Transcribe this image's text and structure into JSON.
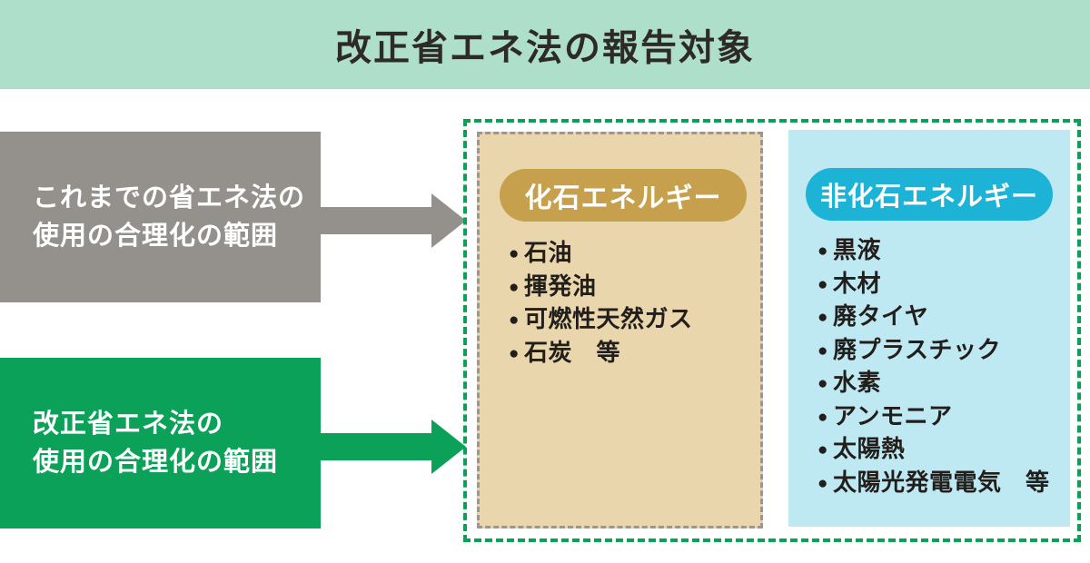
{
  "title": "改正省エネ法の報告対象",
  "colors": {
    "banner_bg": "#aedfcb",
    "title_text": "#2e2a28",
    "gray_box": "#94908c",
    "green_box": "#0ba158",
    "panel_dashed_border": "#0aa157",
    "fossil_card_bg": "#e9d6ac",
    "fossil_card_border": "#9b9691",
    "fossil_pill": "#c7a04e",
    "nonfossil_card_bg": "#bee8f2",
    "nonfossil_pill": "#1cb3d6",
    "list_text": "#211e1b",
    "label_text": "#ffffff"
  },
  "left_labels": [
    {
      "lines": [
        "これまでの省エネ法の",
        "使用の合理化の範囲"
      ]
    },
    {
      "lines": [
        "改正省エネ法の",
        "使用の合理化の範囲"
      ]
    }
  ],
  "energy_groups": [
    {
      "header": "化石エネルギー",
      "items": [
        "石油",
        "揮発油",
        "可燃性天然ガス",
        "石炭　等"
      ]
    },
    {
      "header": "非化石エネルギー",
      "items": [
        "黒液",
        "木材",
        "廃タイヤ",
        "廃プラスチック",
        "水素",
        "アンモニア",
        "太陽熱",
        "太陽光発電電気　等"
      ]
    }
  ]
}
